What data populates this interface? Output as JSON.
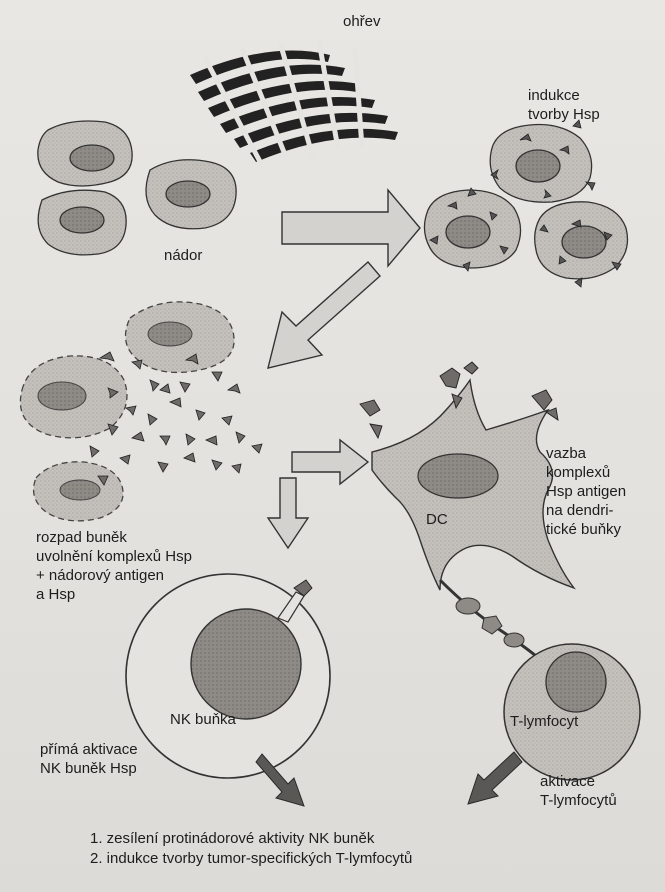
{
  "labels": {
    "heat": "ohřev",
    "hsp_induction": "indukce\ntvorby Hsp",
    "tumor": "nádor",
    "lysis": "rozpad buněk\nuvolnění komplexů Hsp\n+ nádorový antigen\na Hsp",
    "binding": "vazba\nkomplexů\nHsp antigen\nna dendri-\ntické buňky",
    "dc": "DC",
    "nk_cell": "NK buňka",
    "nk_activation": "přímá aktivace\nNK buněk Hsp",
    "t_cell": "T-lymfocyt",
    "t_activation": "aktivace\nT-lymfocytů"
  },
  "outcomes": [
    "1. zesílení protinádorové aktivity NK buněk",
    "2. indukce tvorby tumor-specifických T-lymfocytů"
  ],
  "colors": {
    "ink": "#1d1d1d",
    "cell_fill": "#bdbab5",
    "nucleus_fill": "#8f8c88",
    "arrow_fill": "#cfcdc9",
    "dark_arrow": "#5a5855",
    "hsp_fill": "#6e6b68"
  }
}
